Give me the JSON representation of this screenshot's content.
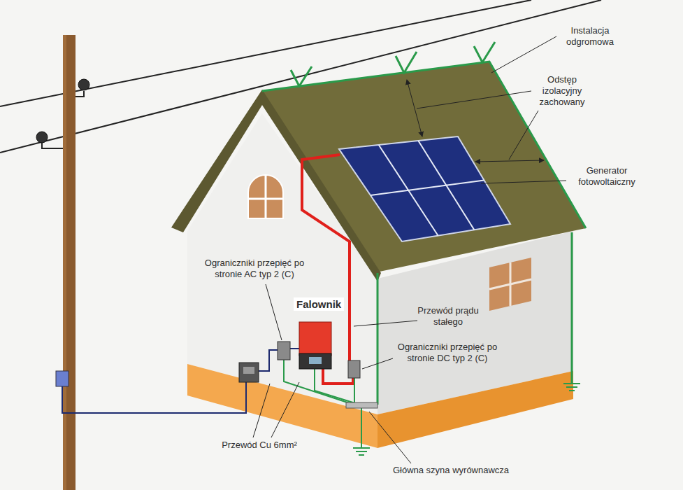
{
  "diagram": {
    "labels": [
      "Instalacja odgromowa",
      "Odstęp izolacyjny zachowany",
      "Generator fotowoltaiczny",
      "Ograniczniki przepięć po stronie AC typ 2 (C)",
      "Falownik",
      "Przewód prądu stałego",
      "Ograniczniki przepięć po stronie DC typ 2 (C)",
      "Przewód Cu 6mm²",
      "Główna szyna wyrównawcza"
    ]
  }
}
